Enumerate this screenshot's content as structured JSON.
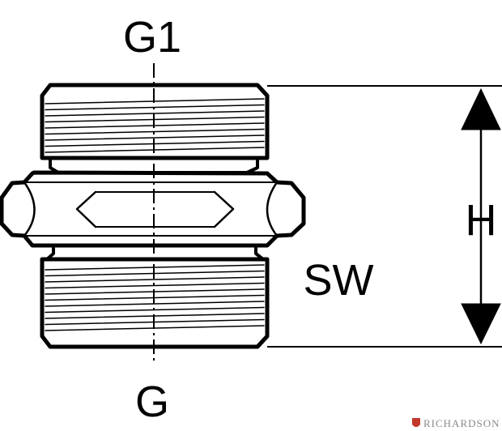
{
  "labels": {
    "top": "G1",
    "bottom": "G",
    "height": "H",
    "hex": "SW"
  },
  "watermark": {
    "text": "RICHARDSON"
  },
  "colors": {
    "line": "#000000",
    "background": "#ffffff",
    "watermark": "#8a8a8a",
    "logo": "#c0392b"
  }
}
